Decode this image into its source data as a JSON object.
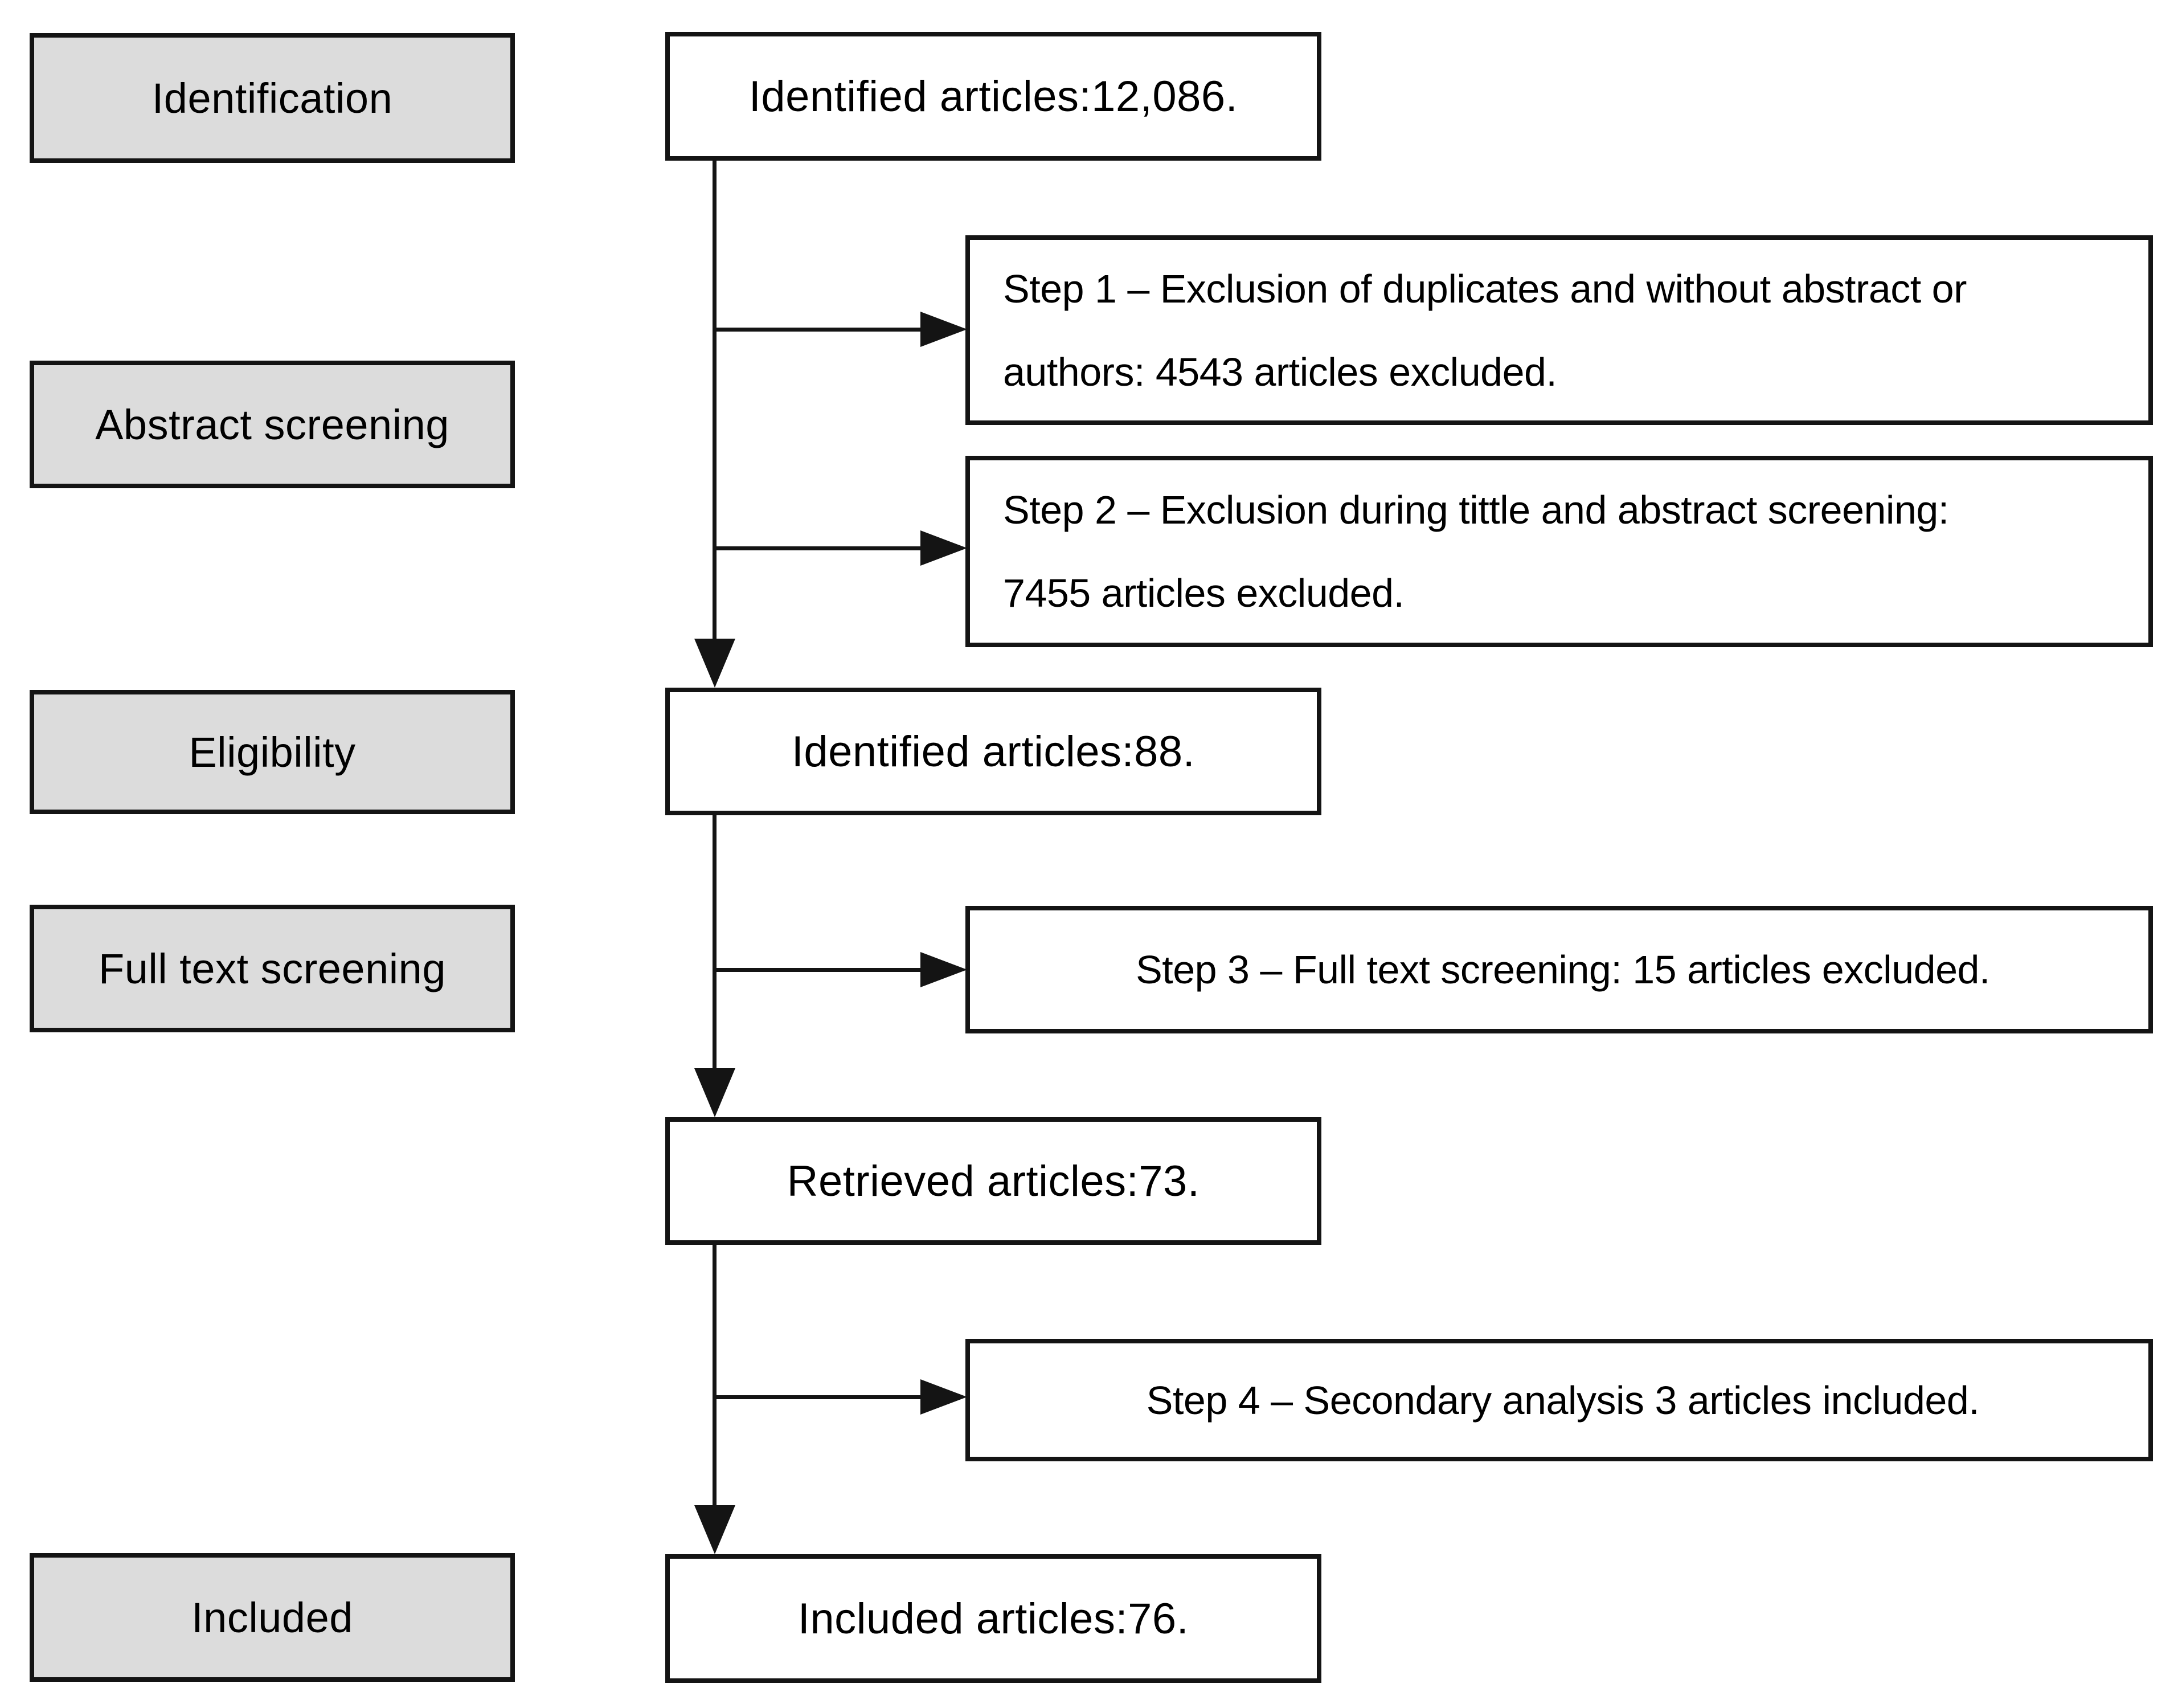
{
  "diagram": {
    "stages": [
      {
        "id": "identification",
        "label": "Identification"
      },
      {
        "id": "abstract-screening",
        "label": "Abstract screening"
      },
      {
        "id": "eligibility",
        "label": "Eligibility"
      },
      {
        "id": "full-text-screening",
        "label": "Full text screening"
      },
      {
        "id": "included",
        "label": "Included"
      }
    ],
    "main_nodes": [
      {
        "id": "identified-12086",
        "label": "Identified articles:12,086."
      },
      {
        "id": "identified-88",
        "label": "Identified articles:88."
      },
      {
        "id": "retrieved-73",
        "label": "Retrieved articles:73."
      },
      {
        "id": "included-76",
        "label": "Included articles:76."
      }
    ],
    "step_nodes": [
      {
        "id": "step-1",
        "lines": [
          "Step 1 – Exclusion of duplicates and without abstract or",
          "authors: 4543 articles excluded."
        ]
      },
      {
        "id": "step-2",
        "lines": [
          "Step 2 – Exclusion during tittle and abstract screening:",
          "7455 articles excluded."
        ]
      },
      {
        "id": "step-3",
        "lines": [
          "Step 3 – Full text screening: 15 articles excluded."
        ]
      },
      {
        "id": "step-4",
        "lines": [
          "Step 4 – Secondary analysis 3 articles included."
        ]
      }
    ],
    "connections": [
      {
        "from": "identified-12086",
        "to": "step-1"
      },
      {
        "from": "identified-12086",
        "to": "step-2"
      },
      {
        "from": "identified-12086",
        "to": "identified-88"
      },
      {
        "from": "identified-88",
        "to": "step-3"
      },
      {
        "from": "identified-88",
        "to": "retrieved-73"
      },
      {
        "from": "retrieved-73",
        "to": "step-4"
      },
      {
        "from": "retrieved-73",
        "to": "included-76"
      }
    ]
  },
  "colors": {
    "box_fill_gray": "#dcdcdc",
    "box_fill_white": "#ffffff",
    "line": "#141414",
    "text": "#000000"
  }
}
